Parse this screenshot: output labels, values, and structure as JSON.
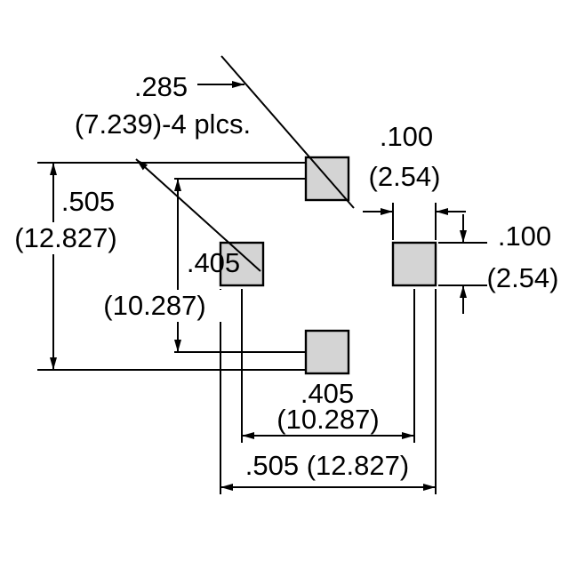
{
  "drawing": {
    "pad_count": 4,
    "colors": {
      "background": "#ffffff",
      "pad_fill": "#d4d4d4",
      "line": "#000000",
      "text": "#000000"
    },
    "labels": {
      "diagonal_pitch_in": ".285",
      "diagonal_pitch_note": "(7.239)-4 plcs.",
      "pad_width_in": ".100",
      "pad_width_mm": "(2.54)",
      "vertical_outer_in": ".505",
      "vertical_outer_mm": "(12.827)",
      "vertical_centers_in": ".405",
      "vertical_centers_mm": "(10.287)",
      "pad_height_in": ".100",
      "pad_height_mm": "(2.54)",
      "horizontal_centers_in": ".405",
      "horizontal_centers_mm": "(10.287)",
      "horizontal_outer": ".505 (12.827)"
    }
  }
}
